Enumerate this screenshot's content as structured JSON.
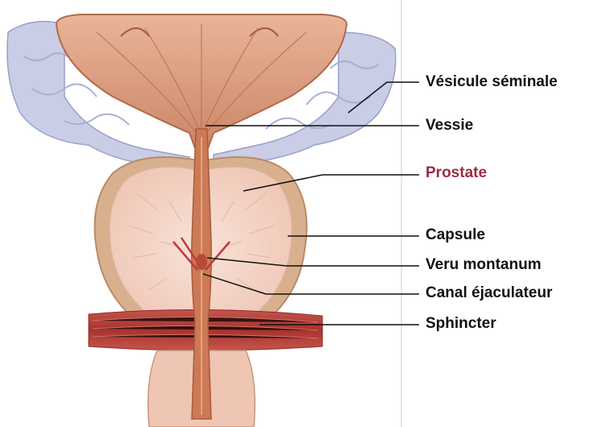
{
  "labels": [
    {
      "id": "vesicule",
      "text": "Vésicule séminale",
      "highlight": false
    },
    {
      "id": "vessie",
      "text": "Vessie",
      "highlight": false
    },
    {
      "id": "prostate",
      "text": "Prostate",
      "highlight": true
    },
    {
      "id": "capsule",
      "text": "Capsule",
      "highlight": false
    },
    {
      "id": "veru",
      "text": "Veru montanum",
      "highlight": false
    },
    {
      "id": "canal",
      "text": "Canal éjaculateur",
      "highlight": false
    },
    {
      "id": "sphincter",
      "text": "Sphincter",
      "highlight": false
    }
  ],
  "colors": {
    "highlight_label": "#9b2c45",
    "label": "#111111",
    "bladder": "#d99a78",
    "seminal_vesicle": "#c9cde6",
    "prostate_tissue": "#f3d2c4",
    "capsule": "#d9b08e",
    "sphincter": "#b8443d",
    "urethra": "#cc7a55"
  }
}
